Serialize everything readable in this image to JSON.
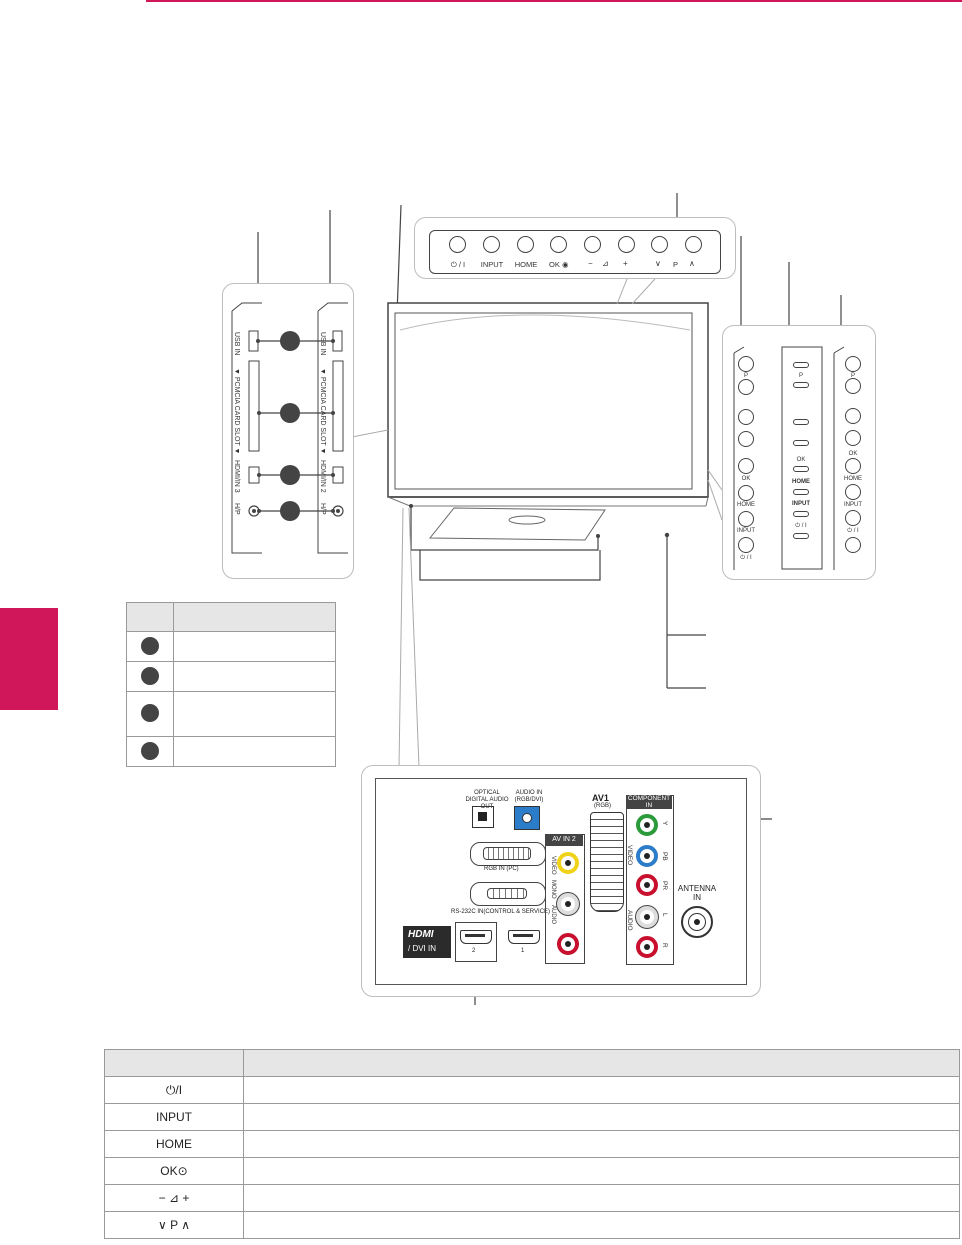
{
  "colors": {
    "accent": "#d0175a",
    "line": "#444444",
    "border": "#bdbdbd",
    "header_bg": "#e6e6e6"
  },
  "front_buttons": {
    "power": "⏻ / I",
    "input": "INPUT",
    "home": "HOME",
    "ok": "OK",
    "minus": "−",
    "vol": "⊿",
    "plus": "+",
    "down": "∨",
    "p": "P",
    "up": "∧"
  },
  "side_ports": {
    "usb_in": "USB IN",
    "pcmcia": "▼ PCMCIA CARD SLOT ▼",
    "hdmi_3": "HDMI/IN 3",
    "hdmi_2": "HDMI/IN 2",
    "headphone": "H/P"
  },
  "side_controls_a": {
    "p": "P",
    "ok": "OK",
    "home": "HOME",
    "input": "INPUT",
    "power": "⏻ / I"
  },
  "side_controls_b": {
    "p": "P",
    "ok": "OK",
    "home": "HOME",
    "input": "INPUT",
    "power": "⏻ / I"
  },
  "side_controls_c": {
    "p": "P",
    "ok": "OK",
    "home": "HOME",
    "input": "INPUT",
    "power": "⏻ / I"
  },
  "rear_panel": {
    "optical": "OPTICAL DIGITAL AUDIO OUT",
    "audio_in": "AUDIO IN (RGB/DVI)",
    "av1": "AV1",
    "av1_sub": "(RGB)",
    "component": "COMPONENT IN",
    "rgb_in": "RGB IN (PC)",
    "rs232c": "RS-232C IN(CONTROL & SERVICE)",
    "av_in_2": "AV IN 2",
    "video": "VIDEO",
    "audio": "AUDIO",
    "mono": "MONO",
    "hdmi_dvi": "/ DVI IN",
    "hdmi_logo": "HDMI",
    "hdmi_port_2": "2",
    "hdmi_port_1": "1",
    "antenna": "ANTENNA IN",
    "y": "Y",
    "pb": "PB",
    "pr": "PR",
    "l": "L",
    "r": "R",
    "video_vert": "VIDEO",
    "audio_vert": "AUDIO"
  },
  "button_table": {
    "rows": [
      {
        "symbol": "⏻/I"
      },
      {
        "symbol": "INPUT"
      },
      {
        "symbol": "HOME"
      },
      {
        "symbol": "OK⊙"
      },
      {
        "symbol": "−  ⊿  +"
      },
      {
        "symbol": "∨   P   ∧"
      }
    ]
  }
}
